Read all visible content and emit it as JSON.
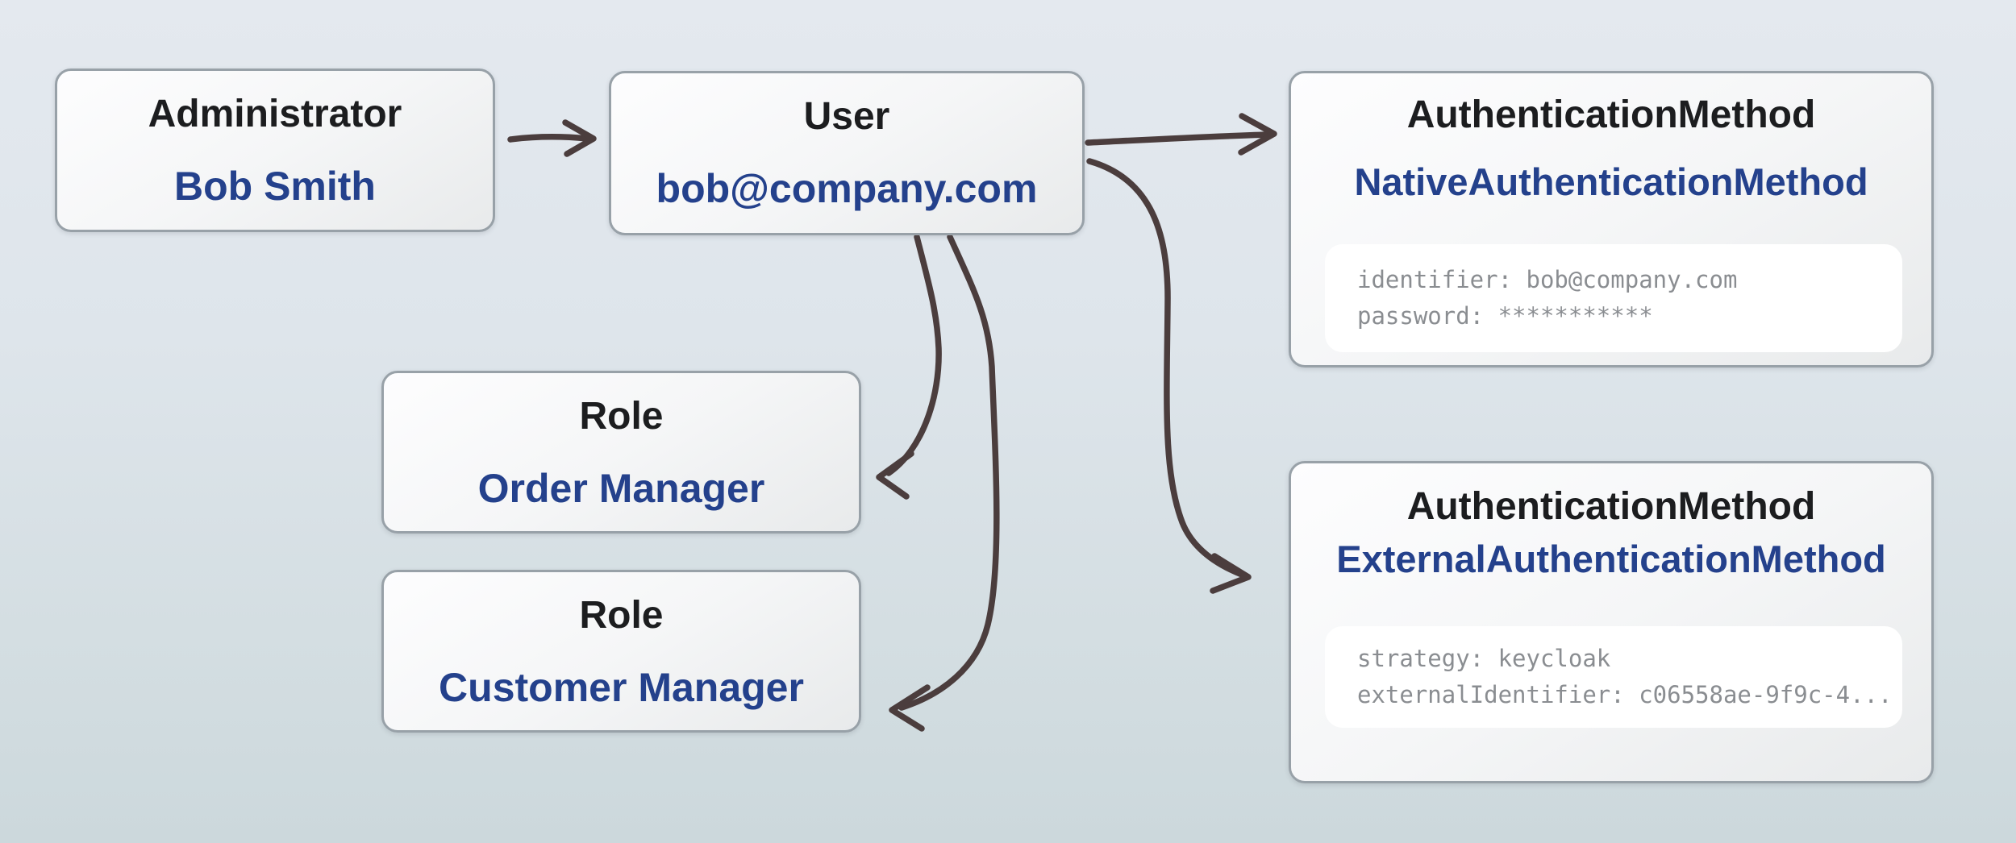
{
  "diagram": {
    "nodes": {
      "administrator": {
        "type": "Administrator",
        "name": "Bob Smith"
      },
      "user": {
        "type": "User",
        "name": "bob@company.com"
      },
      "order_role": {
        "type": "Role",
        "name": "Order Manager"
      },
      "customer_role": {
        "type": "Role",
        "name": "Customer Manager"
      },
      "native_auth": {
        "type": "AuthenticationMethod",
        "name": "NativeAuthenticationMethod",
        "attributes": [
          "identifier: bob@company.com",
          "password: ***********"
        ]
      },
      "external_auth": {
        "type": "AuthenticationMethod",
        "name": "ExternalAuthenticationMethod",
        "attributes": [
          "strategy: keycloak",
          "externalIdentifier: c06558ae-9f9c-4..."
        ]
      }
    },
    "edges": [
      {
        "from": "administrator",
        "to": "user"
      },
      {
        "from": "user",
        "to": "native_auth"
      },
      {
        "from": "user",
        "to": "external_auth"
      },
      {
        "from": "user",
        "to": "order_role"
      },
      {
        "from": "user",
        "to": "customer_role"
      }
    ],
    "colors": {
      "entity_name_text": "#24418c",
      "entity_type_text": "#1c1d1f",
      "arrow": "#4b3d3d",
      "node_border": "#98a1a8",
      "background_top": "#e4e9ef",
      "background_bottom": "#ccd8dc",
      "attribute_text": "#8a8d91"
    }
  }
}
